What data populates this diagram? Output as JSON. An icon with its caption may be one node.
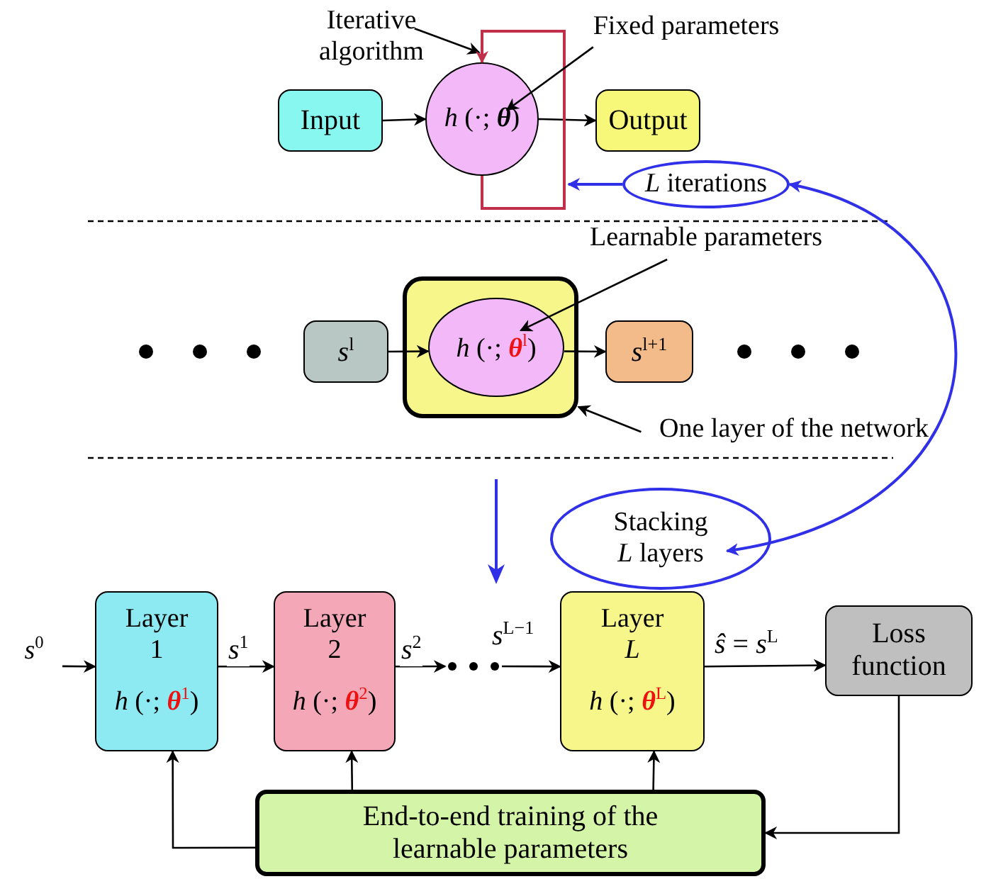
{
  "diagram": {
    "nodes": [
      {
        "text": [
          "Iterative algorithm"
        ]
      },
      {
        "text": [
          "Input"
        ]
      },
      {
        "text": [
          "*h* (·; **θ**)"
        ]
      },
      {
        "text": [
          "Fixed parameters"
        ]
      },
      {
        "text": [
          "Output"
        ]
      },
      {
        "text": [
          "*L* iterations"
        ]
      },
      {
        "text": [
          "Learnable parameters"
        ]
      },
      {
        "text": [
          "*s*$^{l}$"
        ]
      },
      {
        "text": [],
        "shape": "box"
      },
      {
        "text": [
          "*h* (·; **θ**$^{l}$)"
        ],
        "in": 8
      },
      {
        "text": [
          "*s*$^{l+1}$"
        ]
      },
      {
        "text": [
          "One layer of the network"
        ]
      },
      {
        "text": [
          "Stacking *L* layers"
        ]
      },
      {
        "text": [
          "*s*$^{0}$"
        ]
      },
      {
        "text": [
          "Layer 1",
          "*h* (·; **θ**$^{1}$)"
        ]
      },
      {
        "text": [
          "Layer 2",
          "*h* (·; **θ**$^{2}$)"
        ]
      },
      {
        "text": [],
        "shape": "dots"
      },
      {
        "text": [
          "Layer *L*",
          "*h* (·; **θ**$^{L}$)"
        ]
      },
      {
        "text": [
          "Loss function"
        ]
      },
      {
        "text": [
          "End-to-end training of the learnable parameters"
        ]
      }
    ],
    "edges": [
      {
        "from": 0,
        "to": 2,
        "arrow": "to"
      },
      {
        "from": 1,
        "to": 2,
        "arrow": "to"
      },
      {
        "from": 2,
        "to": 4,
        "arrow": "to"
      },
      {
        "from": 2,
        "to": 2,
        "arrow": "to",
        "color": "#c0304a"
      },
      {
        "from": 3,
        "to": 2,
        "arrow": "to"
      },
      {
        "from": 5,
        "to": 2,
        "arrow": "to",
        "color": "#3030e8"
      },
      {
        "from": 5,
        "to": 12,
        "arrow": "both",
        "color": "#3030e8"
      },
      {
        "from": 7,
        "to": 9,
        "arrow": "to"
      },
      {
        "from": 9,
        "to": 10,
        "arrow": "to"
      },
      {
        "from": 6,
        "to": 9,
        "arrow": "to"
      },
      {
        "from": 11,
        "to": 8,
        "arrow": "to"
      },
      {
        "from": 13,
        "to": 14,
        "arrow": "to"
      },
      {
        "from": 14,
        "to": 15,
        "arrow": "to",
        "label": "*s*$^{1}$"
      },
      {
        "from": 15,
        "to": 16,
        "arrow": "to",
        "label": "*s*$^{2}$"
      },
      {
        "from": 16,
        "to": 17,
        "arrow": "to",
        "label": "*s*$^{L−1}$"
      },
      {
        "from": 17,
        "to": 18,
        "arrow": "to",
        "label": "*ŝ* = *s*$^{L}$"
      },
      {
        "from": 18,
        "to": 19,
        "arrow": "to"
      },
      {
        "from": 19,
        "to": 14,
        "arrow": "to"
      },
      {
        "from": 19,
        "to": 15,
        "arrow": "to"
      },
      {
        "from": 19,
        "to": 17,
        "arrow": "to"
      }
    ]
  }
}
